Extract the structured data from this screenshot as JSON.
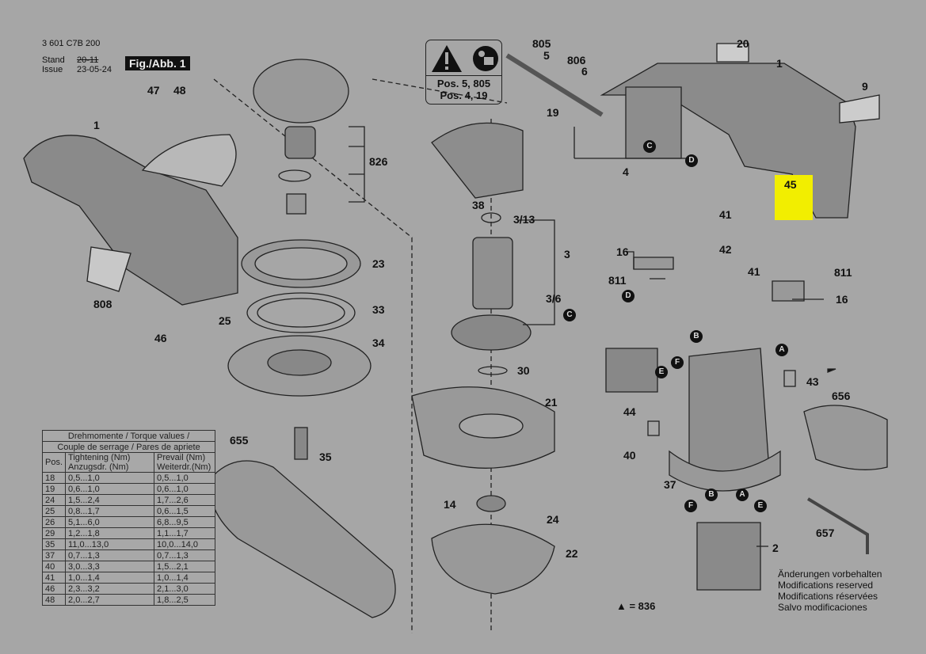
{
  "header": {
    "part_number": "3 601 C7B 200",
    "stand_label": "Stand",
    "issue_label": "Issue",
    "stand_value": "20-11",
    "issue_value": "23-05-24",
    "figure": "Fig./Abb. 1"
  },
  "warning": {
    "line1": "Pos. 5, 805",
    "line2": "Pos. 4, 19"
  },
  "highlight_color": "#f2ee00",
  "callouts": {
    "c805": "805",
    "c5": "5",
    "c806": "806",
    "c6": "6",
    "c19": "19",
    "c20": "20",
    "c1r": "1",
    "c9": "9",
    "c45": "45",
    "c41a": "41",
    "c4": "4",
    "c38": "38",
    "c3_13": "3/13",
    "c3": "3",
    "c3_6": "3/6",
    "c30": "30",
    "c21": "21",
    "c14": "14",
    "c24": "24",
    "c22": "22",
    "c16a": "16",
    "c42": "42",
    "c811a": "811",
    "c41b": "41",
    "c811b": "811",
    "c16b": "16",
    "c43": "43",
    "c656": "656",
    "c44": "44",
    "c40": "40",
    "c37": "37",
    "c2": "2",
    "c657": "657",
    "c1l": "1",
    "c47": "47",
    "c48": "48",
    "c826": "826",
    "c23": "23",
    "c33": "33",
    "c34": "34",
    "c25": "25",
    "c46": "46",
    "c808": "808",
    "c655": "655",
    "c35": "35"
  },
  "connectors": {
    "C1": "C",
    "D1": "D",
    "D2": "D",
    "C2": "C",
    "B1": "B",
    "A1": "A",
    "F1": "F",
    "E1": "E",
    "F2": "F",
    "B2": "B",
    "A2": "A",
    "E2": "E"
  },
  "torque_table": {
    "title1": "Drehmomente / Torque values /",
    "title2": "Couple de serrage / Pares de apriete",
    "headers": [
      "Pos.",
      "Tightening (Nm) Anzugsdr. (Nm)",
      "Prevail (Nm) Weiterdr.(Nm)"
    ],
    "rows": [
      [
        "18",
        "0,5...1,0",
        "0,5...1,0"
      ],
      [
        "19",
        "0,6...1,0",
        "0,6...1,0"
      ],
      [
        "24",
        "1,5...2,4",
        "1,7...2,6"
      ],
      [
        "25",
        "0,8...1,7",
        "0,6...1,5"
      ],
      [
        "26",
        "5,1...6,0",
        "6,8...9,5"
      ],
      [
        "29",
        "1,2...1,8",
        "1,1...1,7"
      ],
      [
        "35",
        "11,0...13,0",
        "10,0...14,0"
      ],
      [
        "37",
        "0,7...1,3",
        "0,7...1,3"
      ],
      [
        "40",
        "3,0...3,3",
        "1,5...2,1"
      ],
      [
        "41",
        "1,0...1,4",
        "1,0...1,4"
      ],
      [
        "46",
        "2,3...3,2",
        "2,1...3,0"
      ],
      [
        "48",
        "2,0...2,7",
        "1,8...2,5"
      ]
    ]
  },
  "legend": "▲ = 836",
  "notice": [
    "Änderungen vorbehalten",
    "Modifications reserved",
    "Modifications réservées",
    "Salvo modificaciones"
  ]
}
